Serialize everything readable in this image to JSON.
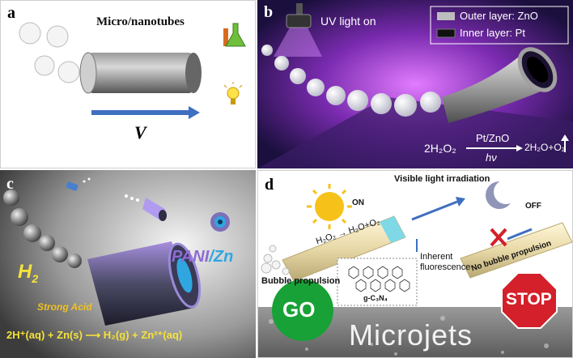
{
  "panel_a": {
    "label": "a",
    "title": "Micro/nanotubes",
    "velocity": "V"
  },
  "panel_b": {
    "label": "b",
    "uv_text": "UV light on",
    "legend": [
      {
        "text": "Outer layer:  ZnO",
        "swatch": "#bdbdbd"
      },
      {
        "text": "Inner layer:   Pt",
        "swatch": "#111111"
      }
    ],
    "eq_left": "2H₂O₂",
    "catalyst": "Pt/ZnO",
    "energy": "hν",
    "eq_right": "2H₂O+O₂"
  },
  "panel_c": {
    "label": "c",
    "gas": "H",
    "gas_sub": "2",
    "material_a": "PANI",
    "material_sep": "/",
    "material_b": "Zn",
    "medium": "Strong Acid",
    "equation": "2H⁺(aq) + Zn(s) ⟶ H₂(g) + Zn²⁺(aq)"
  },
  "panel_d": {
    "label": "d",
    "irradiation": "Visible light irradiation",
    "on": "ON",
    "off": "OFF",
    "reaction": "H₂O₂ → H₂O+O₂",
    "fluor_1": "Inherent",
    "fluor_2": "fluorescence",
    "bubble": "Bubble propulsion",
    "no_bubble": "No bubble propulsion",
    "material": "g-C₃N₄",
    "go": "GO",
    "stop": "STOP",
    "banner": "Microjets"
  },
  "colors": {
    "arrow_blue": "#3f6fc0",
    "uv_purple": "#b64cff",
    "h2_yellow": "#f5e23a",
    "pani_purple": "#8f6bd4",
    "zn_blue": "#2fa6e0",
    "go_green": "#17a136",
    "stop_red": "#d3202a"
  }
}
